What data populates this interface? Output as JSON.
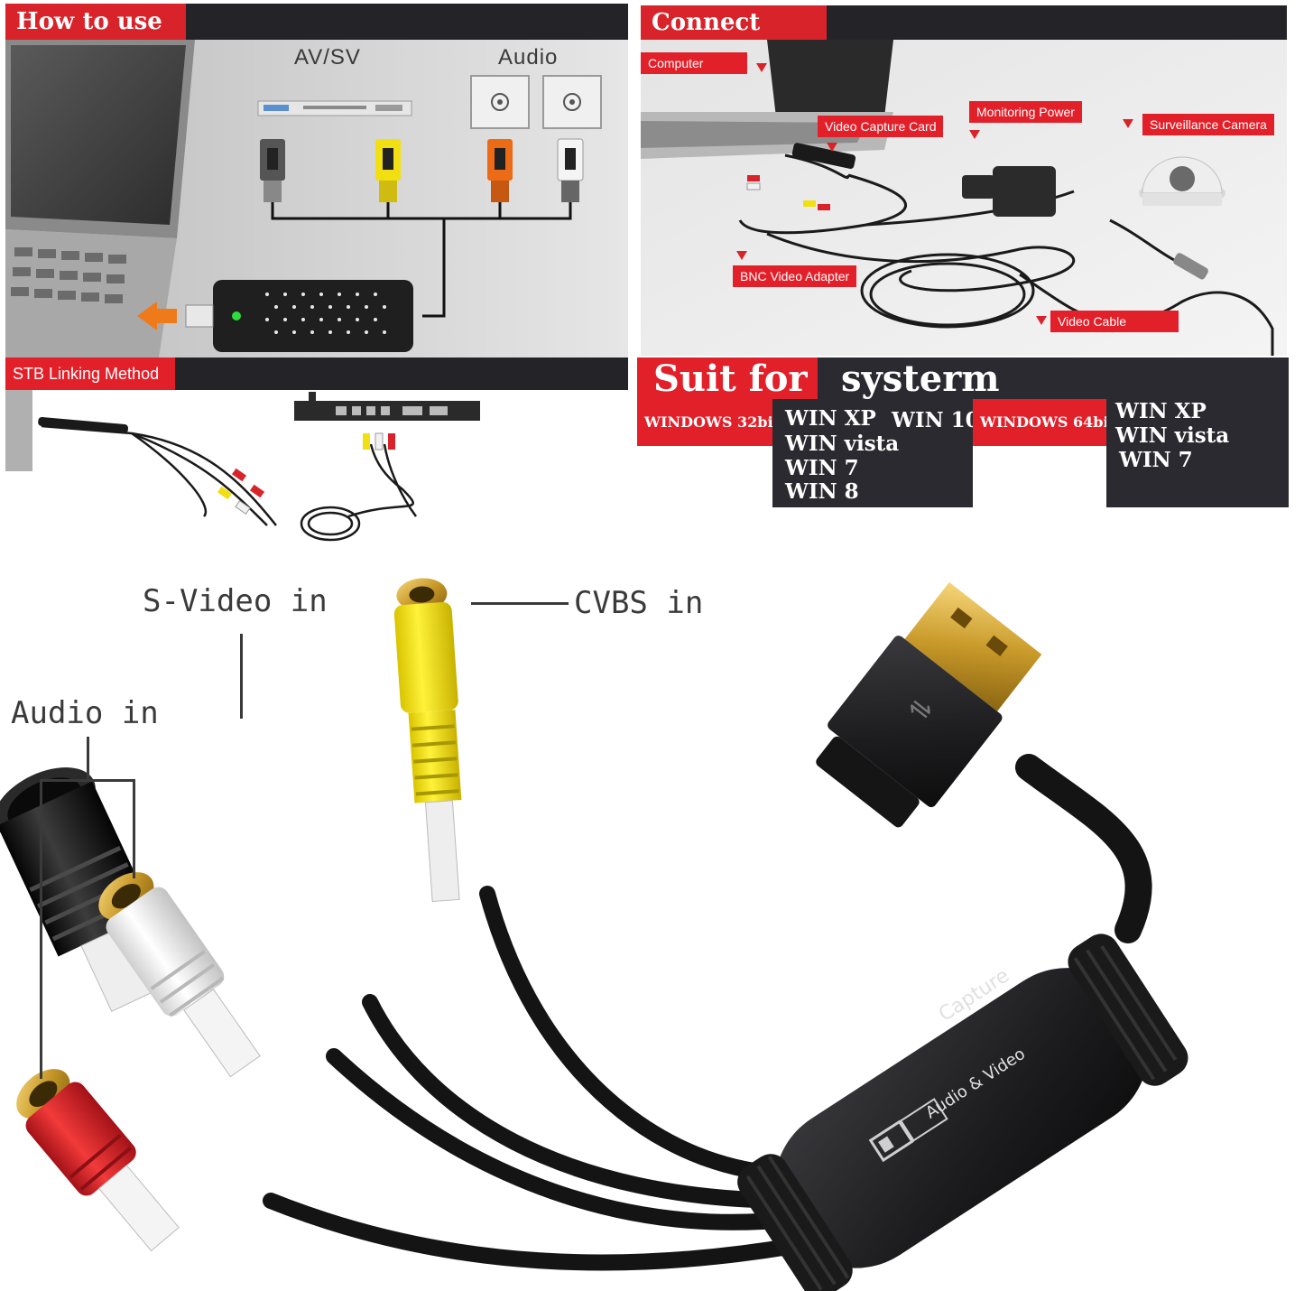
{
  "how_to_use": {
    "title": "How to use",
    "av_label": "AV/SV",
    "audio_label": "Audio"
  },
  "stb": {
    "title": "STB Linking Method"
  },
  "connect_way": {
    "title": "Connect way",
    "tags": {
      "computer": "Computer",
      "video_capture_card": "Video Capture Card",
      "monitoring_power": "Monitoring Power",
      "surveillance_camera": "Surveillance Camera",
      "bnc_video_adapter": "BNC Video Adapter",
      "video_cable": "Video Cable"
    }
  },
  "suit_for": {
    "title_red": "Suit for",
    "title_dark": "systerm",
    "win32_label": "WINDOWS 32bit",
    "win32_list": [
      "WIN XP",
      "WIN vista",
      "WIN 7",
      "WIN 8"
    ],
    "win32_extra": "WIN 10",
    "win64_label": "WINDOWS 64bit",
    "win64_list": [
      "WIN XP",
      "WIN vista",
      "WIN 7"
    ]
  },
  "product": {
    "svideo_in": "S-Video in",
    "cvbs_in": "CVBS in",
    "audio_in": "Audio in",
    "device_label_1": "Capture",
    "device_label_2": "Audio & Video"
  },
  "colors": {
    "accent_red": "#e2202a",
    "header_dark": "#242428",
    "cable_black": "#1e1e1e",
    "rca_yellow": "#f2df12",
    "rca_red": "#d8232a",
    "rca_white": "#f2f2ee"
  }
}
